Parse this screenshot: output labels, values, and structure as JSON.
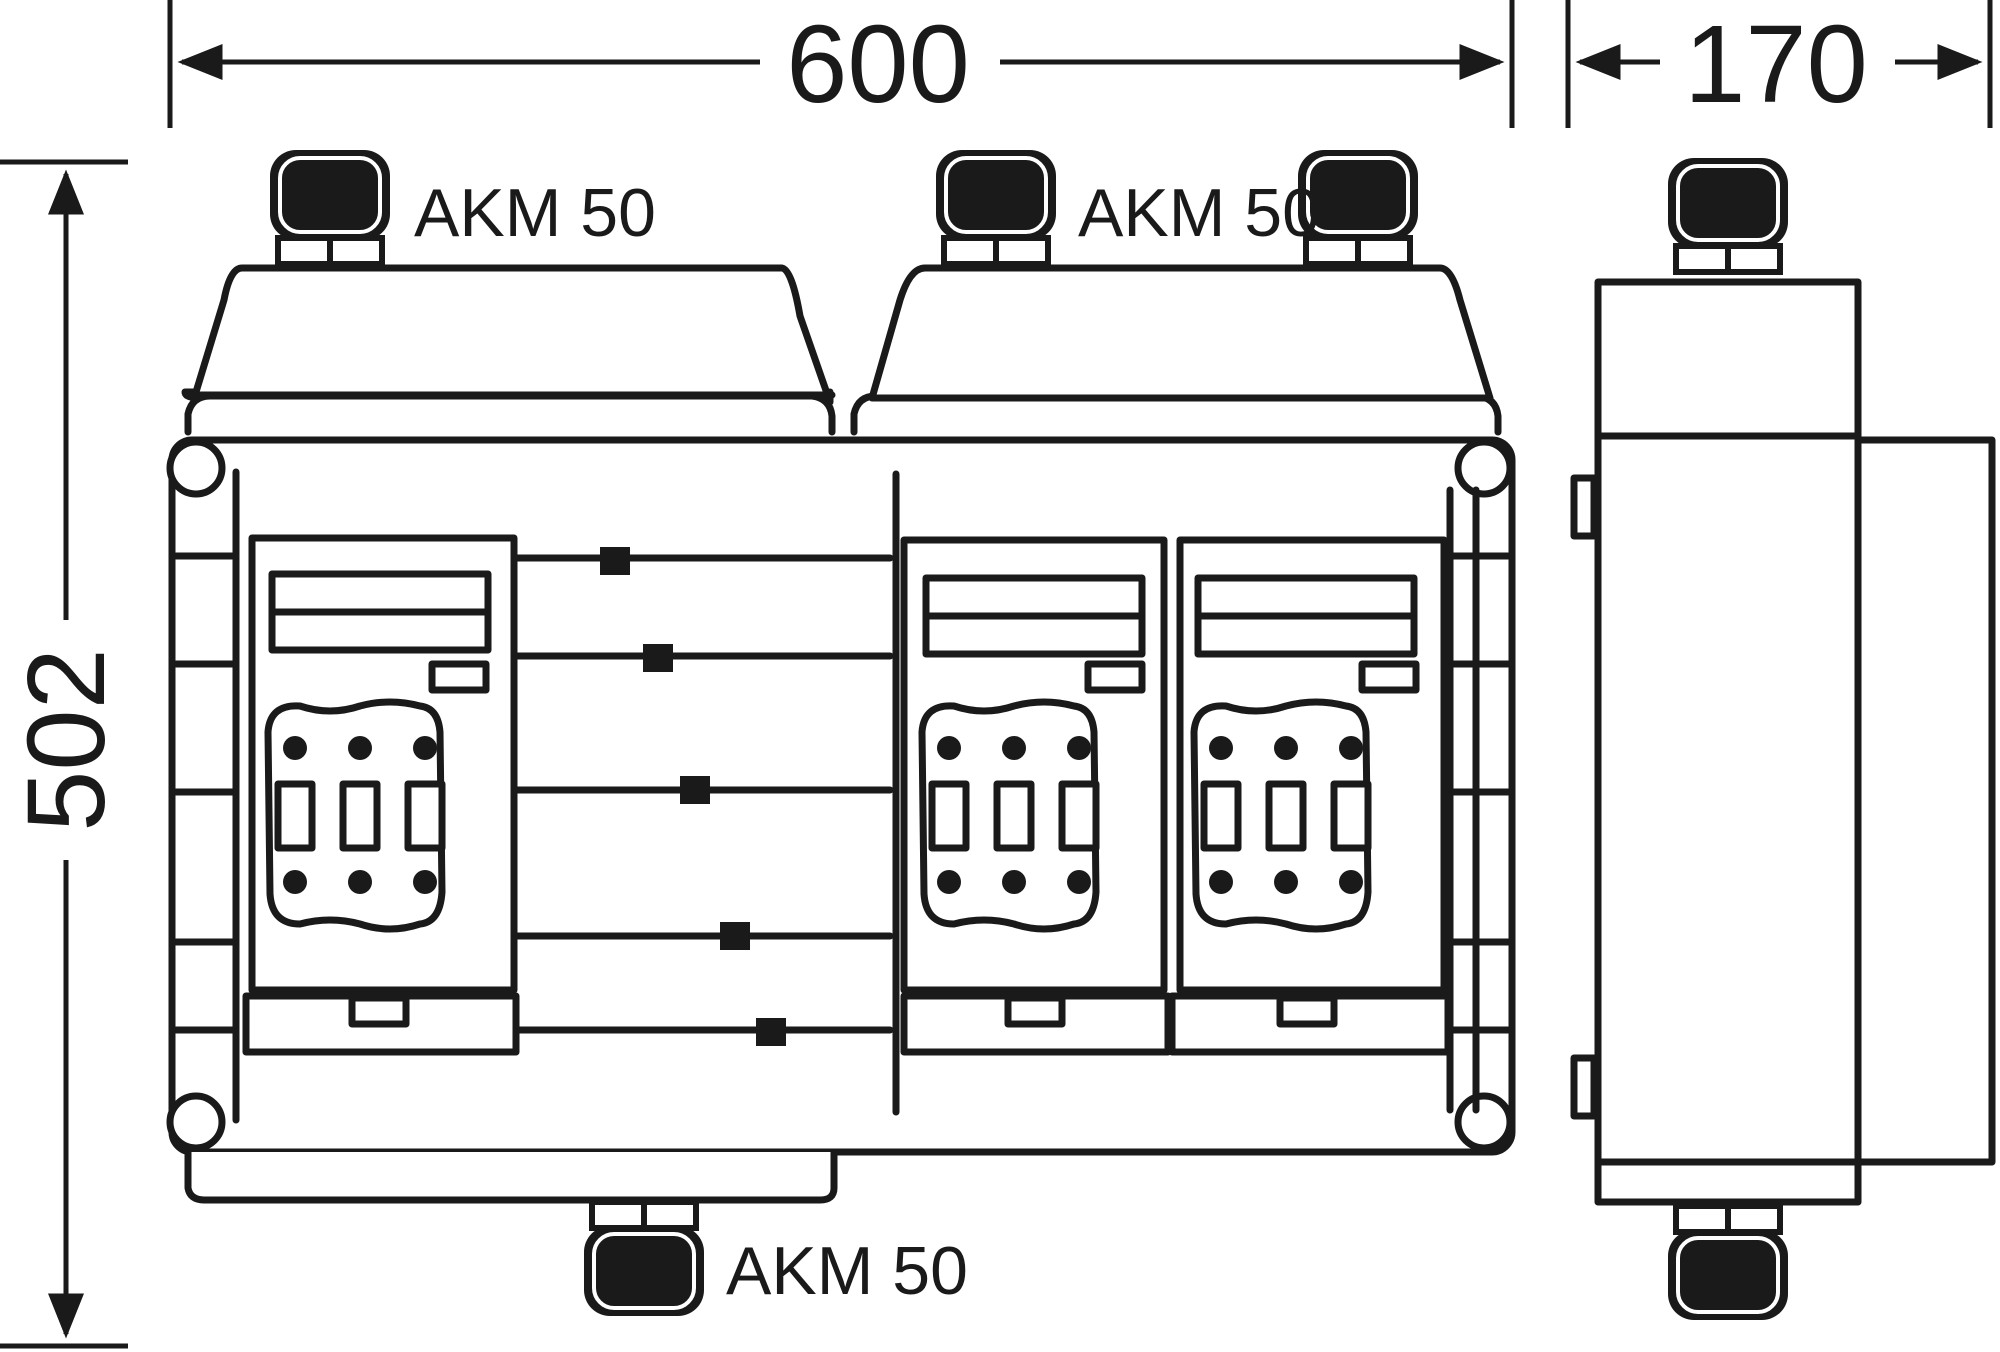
{
  "dimensions": {
    "width": "600",
    "depth": "170",
    "height": "502"
  },
  "labels": {
    "gland_top_left": "AKM 50",
    "gland_top_right": "AKM 50",
    "gland_bottom": "AKM 50"
  },
  "icons": {
    "cable_gland": "cable-gland-icon",
    "fuse_switch": "fuse-switch-icon"
  }
}
